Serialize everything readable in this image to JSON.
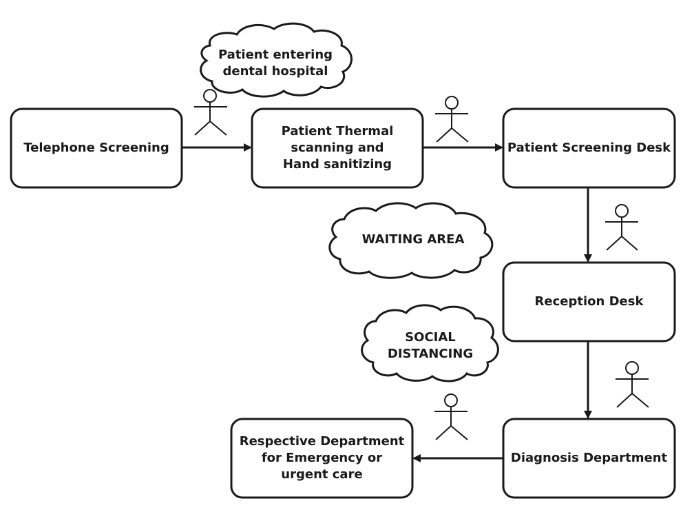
{
  "colors": {
    "stroke": "#1a1a1a",
    "fill": "#ffffff",
    "text": "#1a1a1a"
  },
  "boxes": {
    "telephone": "Telephone Screening",
    "thermal": "Patient Thermal\nscanning and\nHand sanitizing",
    "screening_desk": "Patient Screening Desk",
    "reception": "Reception Desk",
    "diagnosis": "Diagnosis Department",
    "respective": "Respective Department\nfor Emergency or\nurgent care"
  },
  "clouds": {
    "entering": "Patient entering\ndental hospital",
    "waiting": "WAITING AREA",
    "social": "SOCIAL\nDISTANCING"
  },
  "icons": [
    "stick-figure-icon"
  ]
}
